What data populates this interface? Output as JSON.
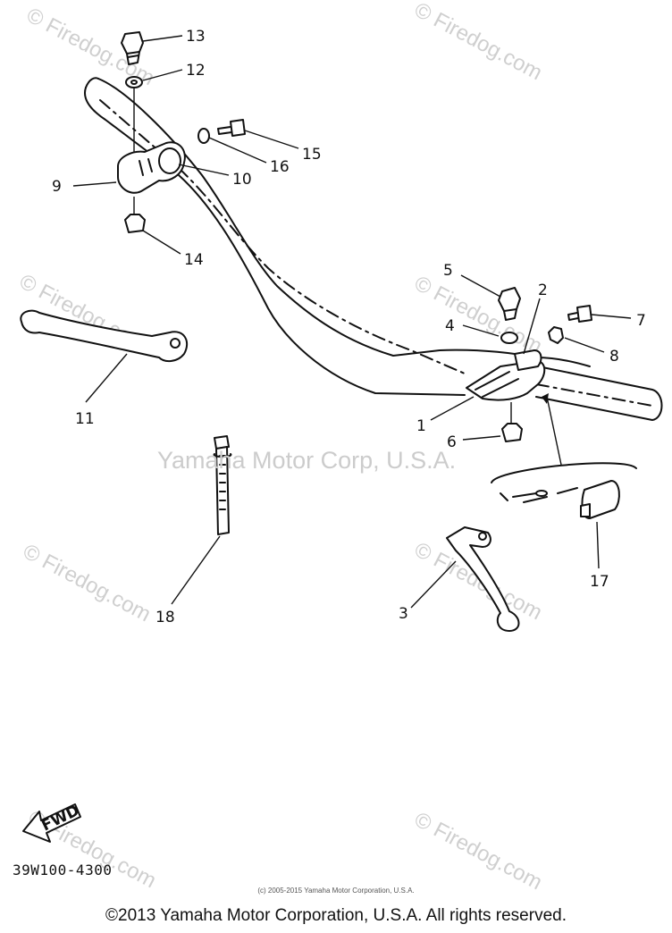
{
  "callouts": {
    "c1": "1",
    "c2": "2",
    "c3": "3",
    "c4": "4",
    "c5": "5",
    "c6": "6",
    "c7": "7",
    "c8": "8",
    "c9": "9",
    "c10": "10",
    "c11": "11",
    "c12": "12",
    "c13": "13",
    "c14": "14",
    "c15": "15",
    "c16": "16",
    "c17": "17",
    "c18": "18"
  },
  "fwd_label": "FWD",
  "part_code": "39W100-4300",
  "watermarks": {
    "site": "© Firedog.com",
    "center": "Yamaha Motor Corp, U.S.A."
  },
  "small_copyright": "(c) 2005-2015 Yamaha Motor Corporation, U.S.A.",
  "footer": "©2013 Yamaha Motor Corporation, U.S.A. All rights reserved."
}
